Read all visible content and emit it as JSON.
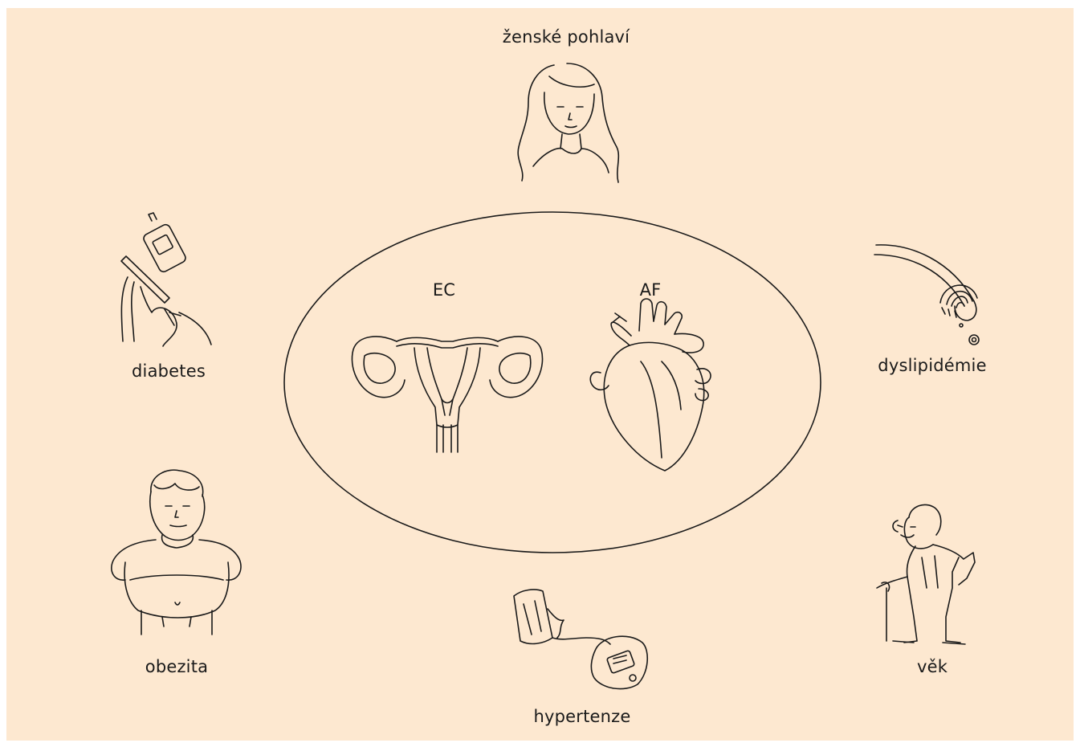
{
  "diagram": {
    "background_color": "#fde8d0",
    "line_color": "#1a1a1a",
    "center": {
      "left_label": "EC",
      "right_label": "AF",
      "left_icon": "uterus-icon",
      "right_icon": "heart-icon"
    },
    "factors": [
      {
        "label": "ženské pohlaví",
        "icon": "woman-icon"
      },
      {
        "label": "diabetes",
        "icon": "glucometer-icon"
      },
      {
        "label": "dyslipidémie",
        "icon": "artery-plaque-icon"
      },
      {
        "label": "obezita",
        "icon": "obese-person-icon"
      },
      {
        "label": "věk",
        "icon": "elderly-man-icon"
      },
      {
        "label": "hypertenze",
        "icon": "blood-pressure-monitor-icon"
      }
    ]
  }
}
